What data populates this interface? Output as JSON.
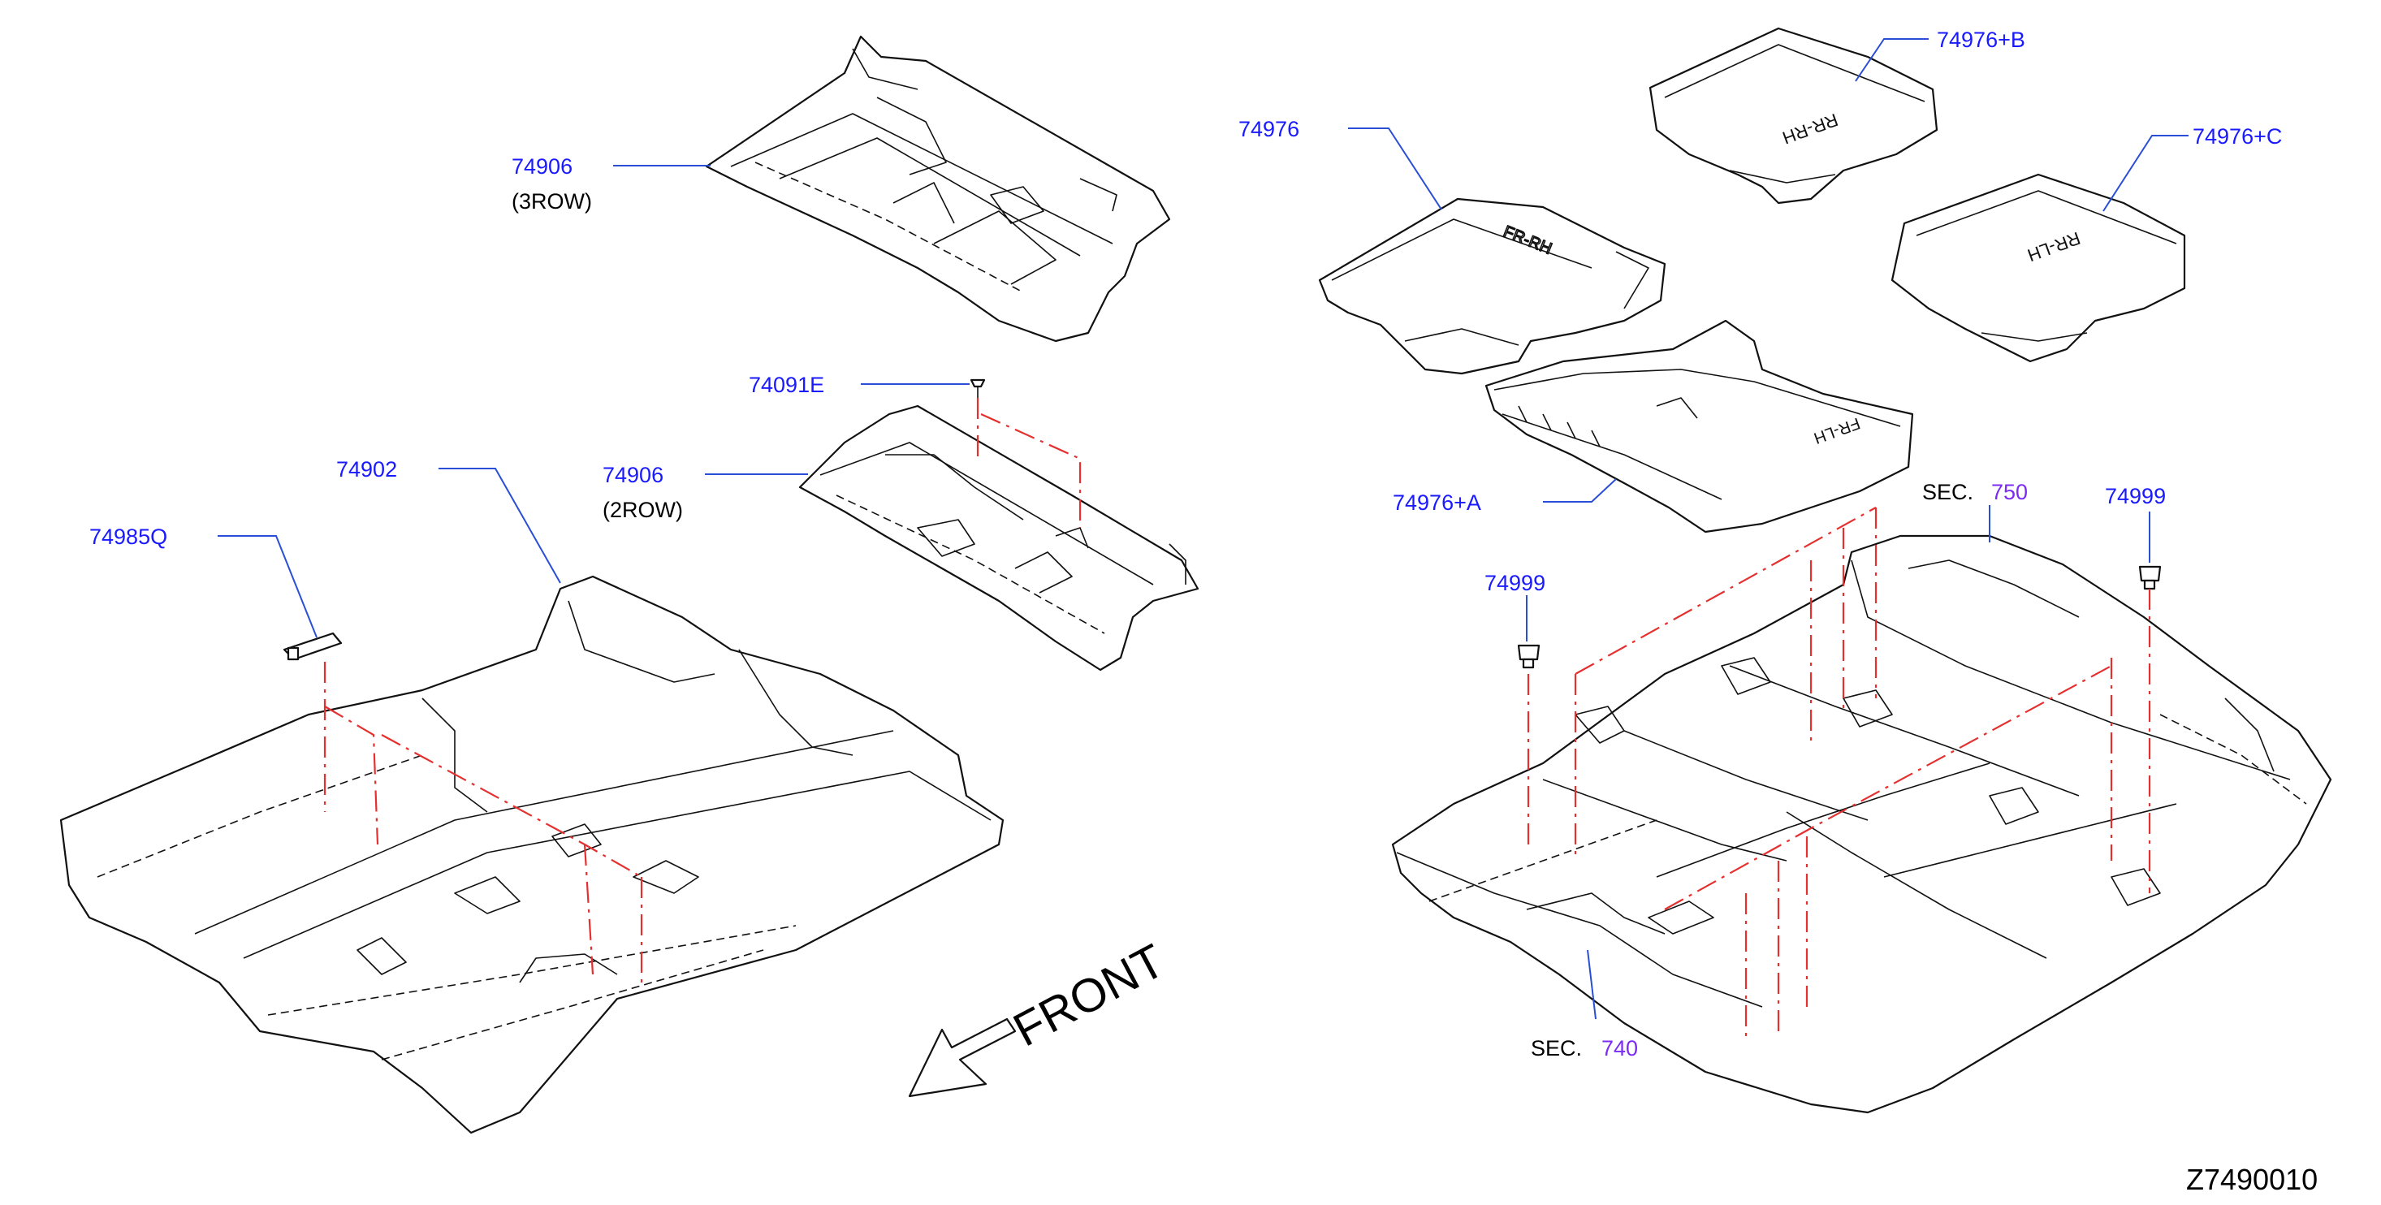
{
  "labels": {
    "p74906_3row": "74906",
    "p74906_3row_note": "(3ROW)",
    "p74091e": "74091E",
    "p74902": "74902",
    "p74906_2row": "74906",
    "p74906_2row_note": "(2ROW)",
    "p74985q": "74985Q",
    "p74976": "74976",
    "p74976b": "74976+B",
    "p74976c": "74976+C",
    "p74976a": "74976+A",
    "sec750_prefix": "SEC.",
    "sec750_num": "750",
    "p74999_right": "74999",
    "p74999_left": "74999",
    "sec740_prefix": "SEC.",
    "sec740_num": "740"
  },
  "front_label": "FRONT",
  "diagram_ref": "Z7490010",
  "colors": {
    "part_number": "#1a1aff",
    "section_number": "#7b2cf0",
    "leader_line": "#2a4fd6",
    "assembly_line": "#e53030",
    "drawing": "#111111"
  }
}
